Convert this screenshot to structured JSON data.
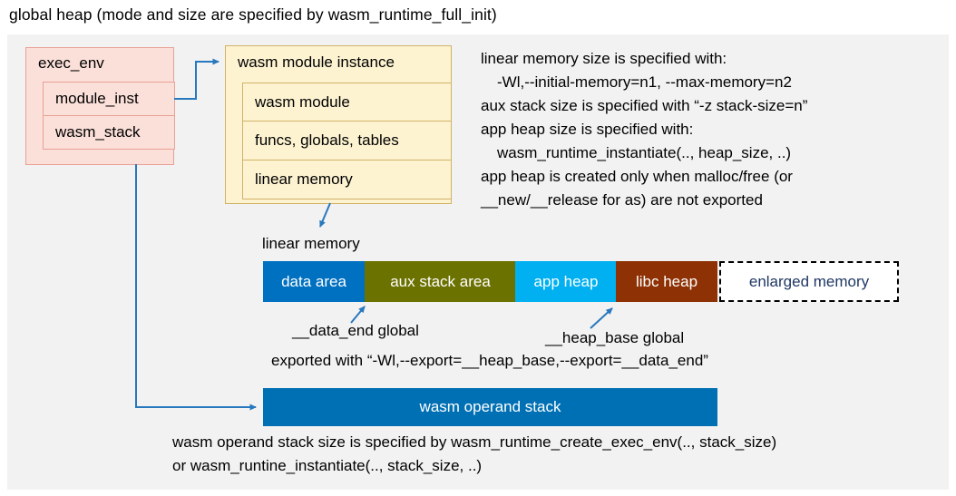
{
  "title": "global heap (mode and size are specified by wasm_runtime_full_init)",
  "colors": {
    "panel_bg": "#f2f2f2",
    "pink_fill": "#fbdfd9",
    "pink_border": "#e9a196",
    "yellow_fill": "#fdf3d1",
    "yellow_border": "#d1b267",
    "arrow_blue": "#2878be",
    "operand_stack_fill": "#0070b4"
  },
  "exec_env": {
    "label": "exec_env",
    "children": [
      "module_inst",
      "wasm_stack"
    ]
  },
  "module_instance": {
    "label": "wasm module instance",
    "children": [
      "wasm module",
      "funcs, globals, tables",
      "linear memory"
    ]
  },
  "notes": [
    "linear memory size is specified with:",
    "-Wl,--initial-memory=n1, --max-memory=n2",
    "aux stack size is specified with “-z stack-size=n”",
    "app heap size is specified with:",
    "wasm_runtime_instantiate(.., heap_size, ..)",
    "app heap is created only when malloc/free (or",
    "__new/__release for as) are not exported"
  ],
  "memory_bar": {
    "label": "linear memory",
    "segments": [
      {
        "label": "data area",
        "fill": "#0070c0",
        "text": "#ffffff"
      },
      {
        "label": "aux stack area",
        "fill": "#6c7200",
        "text": "#ffffff"
      },
      {
        "label": "app heap",
        "fill": "#00b0f0",
        "text": "#ffffff"
      },
      {
        "label": "libc heap",
        "fill": "#8e3105",
        "text": "#ffffff"
      },
      {
        "label": "enlarged memory",
        "fill": "#ffffff",
        "text": "#203864"
      }
    ]
  },
  "annotations": {
    "data_end": "__data_end global",
    "heap_base": "__heap_base global",
    "export_note": "exported with “-Wl,--export=__heap_base,--export=__data_end”"
  },
  "operand_stack": {
    "label": "wasm operand stack"
  },
  "footer": {
    "line1": "wasm operand stack size is specified by wasm_runtime_create_exec_env(.., stack_size)",
    "line2": "or wasm_runtine_instantiate(.., stack_size, ..)"
  }
}
